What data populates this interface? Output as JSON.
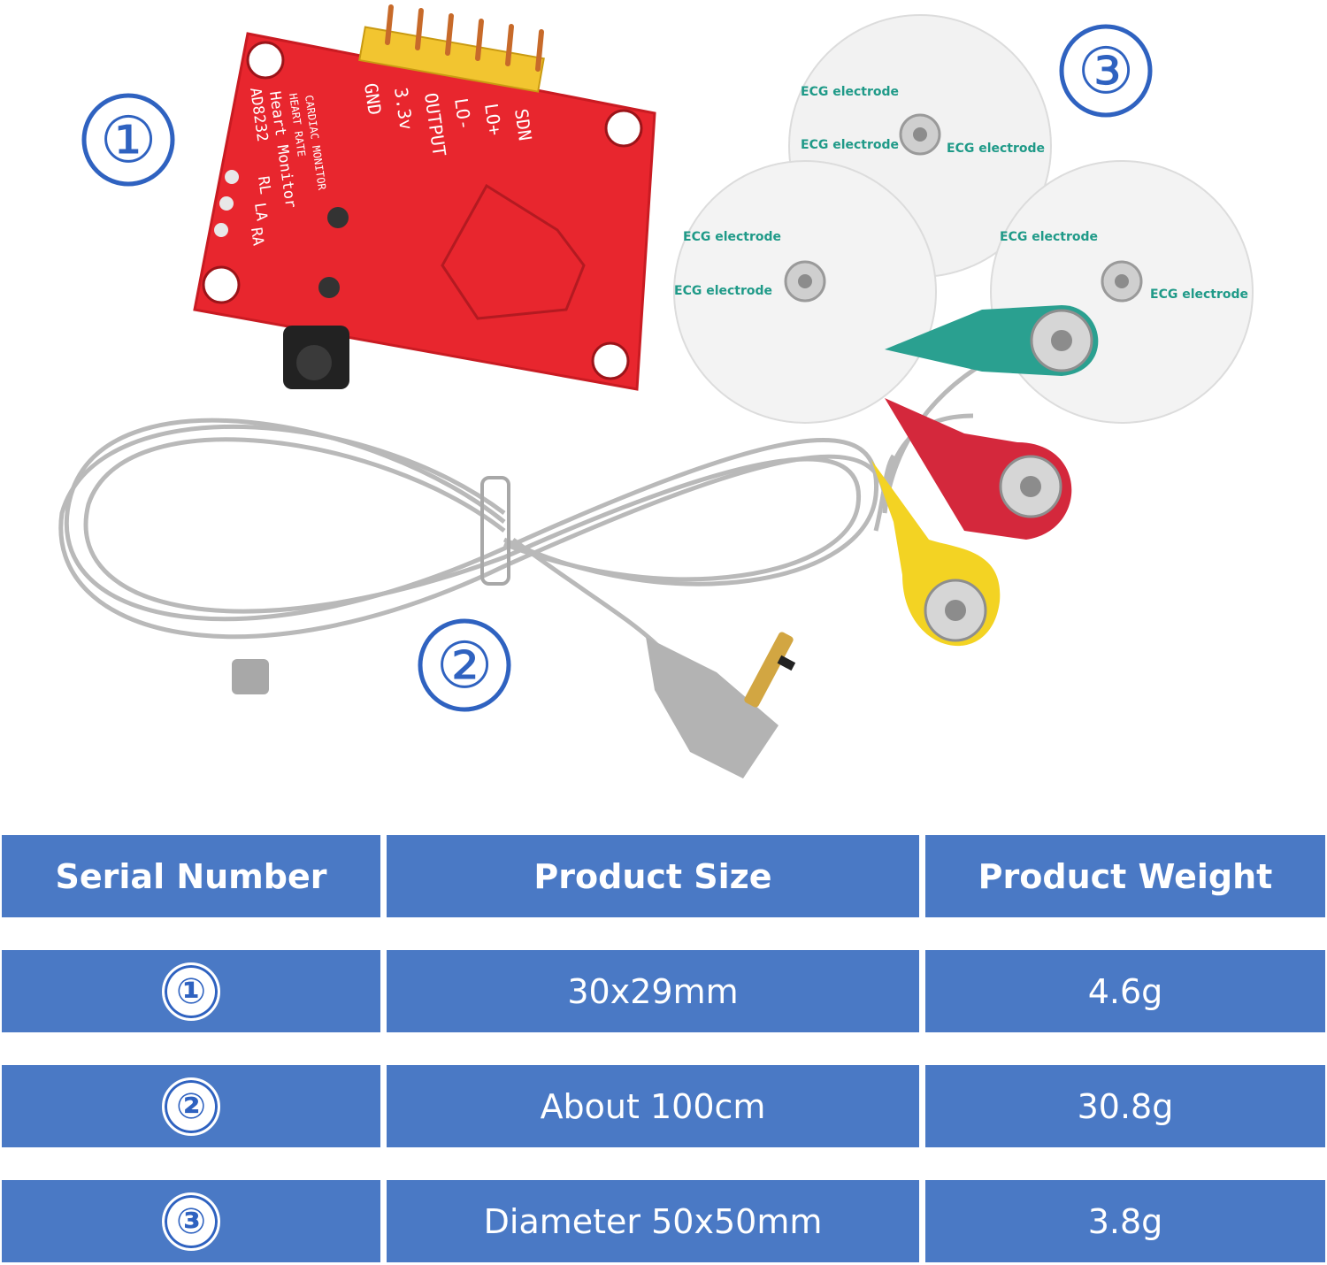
{
  "photo": {
    "labels": [
      "①",
      "②",
      "③"
    ],
    "board_text": {
      "chip": "AD8232",
      "name": "Heart Monitor",
      "feature1": "HEART RATE",
      "feature2": "CARDIAC MONITOR",
      "pins": [
        "GND",
        "3.3v",
        "OUTPUT",
        "LO-",
        "LO+",
        "SDN"
      ],
      "side_pads": [
        "RA",
        "LA",
        "RL"
      ]
    },
    "electrode_text": "ECG electrode",
    "colors": {
      "board": "#e8262e",
      "header": "#f2c530",
      "cable": "#b9b9b9",
      "snap_green": "#2aa090",
      "snap_red": "#d4283c",
      "snap_yellow": "#f3d323",
      "label": "#2f62c0"
    }
  },
  "table": {
    "headers": [
      "Serial Number",
      "Product Size",
      "Product Weight"
    ],
    "rows": [
      {
        "serial": "①",
        "size": "30x29mm",
        "weight": "4.6g"
      },
      {
        "serial": "②",
        "size": "About 100cm",
        "weight": "30.8g"
      },
      {
        "serial": "③",
        "size": "Diameter 50x50mm",
        "weight": "3.8g"
      }
    ],
    "color": "#4a79c5"
  }
}
